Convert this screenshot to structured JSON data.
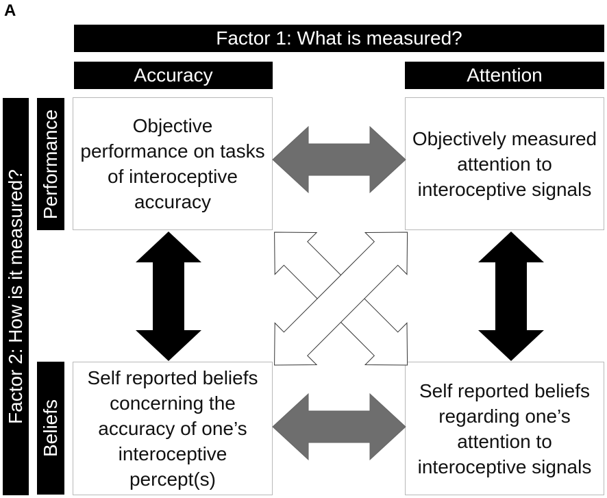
{
  "panel_label": "A",
  "factor1": {
    "title": "Factor 1: What is measured?",
    "columns": [
      "Accuracy",
      "Attention"
    ]
  },
  "factor2": {
    "title": "Factor 2: How is it measured?",
    "rows": [
      "Performance",
      "Beliefs"
    ]
  },
  "cells": {
    "performance_accuracy": "Objective performance on tasks of interoceptive accuracy",
    "performance_attention": "Objectively measured attention to interoceptive signals",
    "beliefs_accuracy": "Self reported beliefs concerning the accuracy of one’s interoceptive percept(s)",
    "beliefs_attention": "Self reported beliefs regarding one’s attention to interoceptive signals"
  },
  "colors": {
    "bar": "#000000",
    "horizontal_arrow": "#6e6e6e",
    "vertical_arrow": "#000000",
    "diagonal_arrow": "#ffffff"
  }
}
